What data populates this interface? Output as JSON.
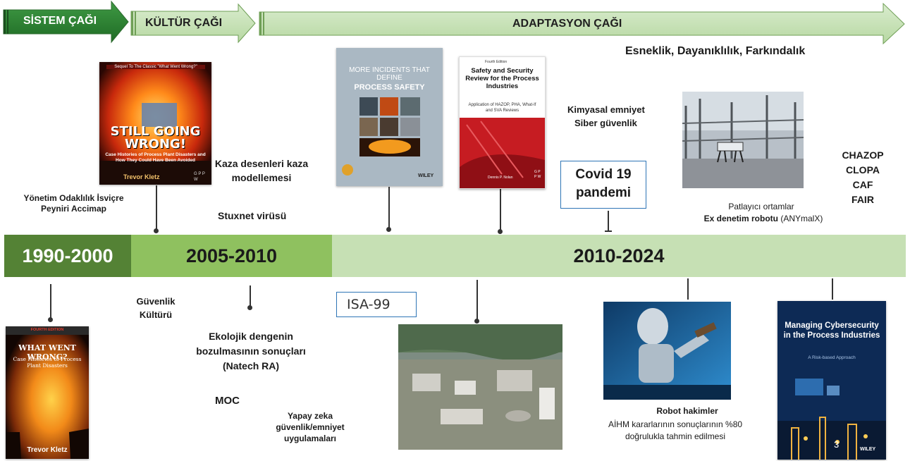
{
  "phases": {
    "sistem": "SİSTEM ÇAĞI",
    "kultur": "KÜLTÜR ÇAĞI",
    "adaptasyon": "ADAPTASYON ÇAĞI"
  },
  "tagline": "Esneklik, Dayanıklılık, Farkındalık",
  "eras": {
    "e1": "1990-2000",
    "e2": "2005-2010",
    "e3": "2010-2024"
  },
  "notes": {
    "yonetim": "Yönetim Odaklılık İsviçre Peyniri Accimap",
    "kaza": "Kaza desenleri kaza modellemesi",
    "stuxnet": "Stuxnet virüsü",
    "kimyasal": "Kimyasal emniyet",
    "siber": "Siber güvenlik",
    "covid": "Covid 19 pandemi",
    "patlayici": "Patlayıcı ortamlar",
    "robot_bold": "Ex denetim robotu",
    "robot_model": "(ANYmalX)",
    "methods": [
      "CHAZOP",
      "CLOPA",
      "CAF",
      "FAIR"
    ],
    "guvenlik": "Güvenlik Kültürü",
    "ekolojik": "Ekolojik dengenin bozulmasının sonuçları (Natech RA)",
    "moc": "MOC",
    "yapay": "Yapay zeka güvenlik/emniyet uygulamaları",
    "isa": "ISA-99",
    "robot_hakim": "Robot hakimler",
    "aihm": "AİHM kararlarının sonuçlarının %80 doğrulukla tahmin edilmesi",
    "page_no": "3"
  },
  "books": {
    "still_going": {
      "banner": "Sequel To The Classic \"What Went Wrong?\"",
      "title": "STILL GOING WRONG!",
      "subtitle": "Case Histories of Process Plant Disasters and How They Could Have Been Avoided",
      "author": "Trevor Kletz",
      "pub": "G P P W"
    },
    "more_incidents": {
      "title_top": "MORE INCIDENTS THAT DEFINE",
      "title_main": "PROCESS SAFETY",
      "pub": "WILEY"
    },
    "safety_security": {
      "edition": "Fourth Edition",
      "title": "Safety and Security Review for the Process Industries",
      "subtitle": "Application of HAZOP, PHA, What-If and SVA Reviews",
      "author": "Dennis P. Nolan",
      "pub": "G P P W"
    },
    "what_went_wrong": {
      "edition": "FOURTH EDITION",
      "title": "WHAT WENT WRONG?",
      "subtitle": "Case Histories of Process Plant Disasters",
      "author": "Trevor Kletz"
    },
    "cyber": {
      "title": "Managing Cybersecurity in the Process Industries",
      "subtitle": "A Risk-based Approach",
      "pub": "WILEY"
    }
  },
  "colors": {
    "dark_green": "#548235",
    "mid_green": "#8fc15f",
    "light_green": "#c6e0b4",
    "arrow_dark": "#2e7d32",
    "arrow_light": "#c5e0b3"
  }
}
